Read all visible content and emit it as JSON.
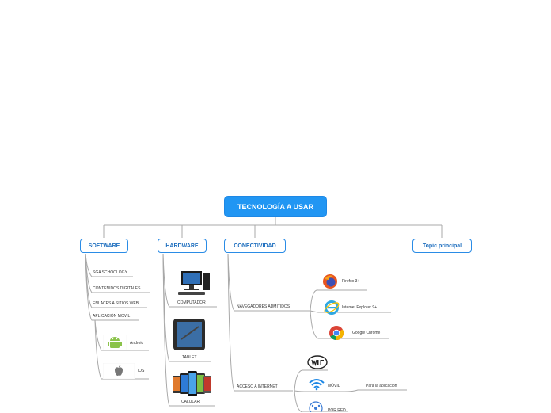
{
  "root": {
    "title": "TECNOLOGÍA A USAR"
  },
  "branches": {
    "software": {
      "label": "SOFTWARE",
      "items": [
        "SGA SCHOOLOGY",
        "CONTENIDOS DIGITALES",
        "ENLACES A SITIOS WEB",
        "APLICACIÓN MOVIL"
      ],
      "apps": [
        "Android",
        "iOS"
      ]
    },
    "hardware": {
      "label": "HARDWARE",
      "items": [
        "COMPUTADOR",
        "TABLET",
        "CALULAR"
      ]
    },
    "conectividad": {
      "label": "CONECTIVIDAD",
      "navegadores": {
        "label": "NAVEGADORES ADMITIDOS",
        "items": [
          "Firefox 3+",
          "Internet Explorer 9+",
          "Google Chrome"
        ]
      },
      "acceso": {
        "label": "ACCESO A INTERNET",
        "movil": "MÓVIL",
        "movil_child": "Para la aplicación",
        "red": "POR RED"
      }
    },
    "topic": {
      "label": "Topic principal"
    }
  },
  "colors": {
    "accent": "#2196f3",
    "line": "#9e9e9e"
  }
}
